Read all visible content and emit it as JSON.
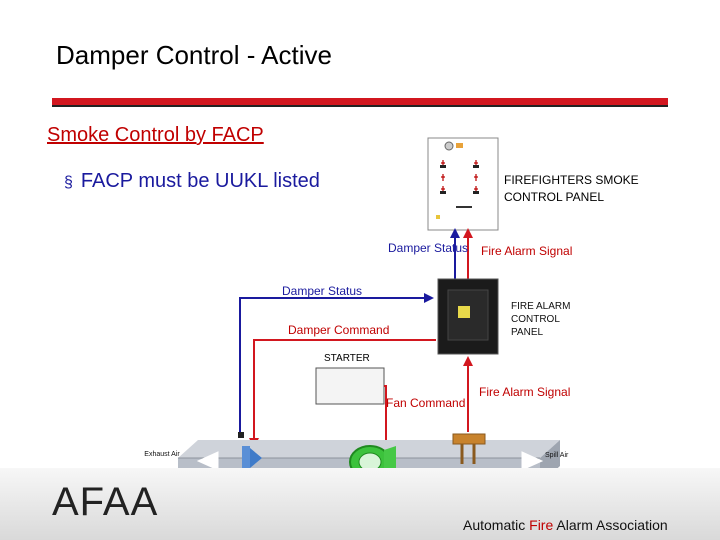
{
  "slide": {
    "title": "Damper Control - Active",
    "subtitle": "Smoke Control by FACP",
    "bullet": "FACP must be UUKL listed",
    "bullet_mark": "§"
  },
  "labels": {
    "firefighters_panel": "FIREFIGHTERS SMOKE CONTROL PANEL",
    "damper_status_top": "Damper Status",
    "fire_alarm_signal_top": "Fire Alarm Signal",
    "damper_status_mid": "Damper Status",
    "facp": "FIRE ALARM CONTROL PANEL",
    "damper_command": "Damper Command",
    "starter": "STARTER",
    "fan_command": "Fan Command",
    "fire_alarm_signal_bottom": "Fire Alarm Signal",
    "exhaust_air": "Exhaust Air",
    "spill_air": "Spill Air"
  },
  "footer": {
    "logo": "AFAA",
    "association_prefix": "Automatic ",
    "association_fire": "Fire",
    "association_suffix": " Alarm Association"
  },
  "colors": {
    "red_line": "#d2171f",
    "blue_line": "#1a1a9e",
    "duct": "#b8bec8",
    "fan": "#3cc23c"
  }
}
